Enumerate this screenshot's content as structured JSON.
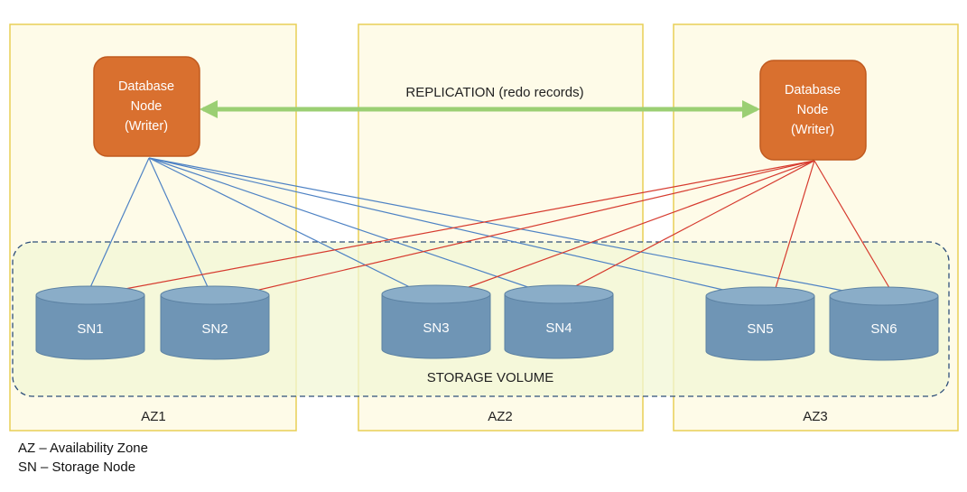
{
  "replication_label": "REPLICATION (redo records)",
  "storage_volume_label": "STORAGE VOLUME",
  "zones": [
    {
      "label": "AZ1"
    },
    {
      "label": "AZ2"
    },
    {
      "label": "AZ3"
    }
  ],
  "db_nodes": [
    {
      "lines": [
        "Database",
        "Node",
        "(Writer)"
      ]
    },
    {
      "lines": [
        "Database",
        "Node",
        "(Writer)"
      ]
    }
  ],
  "storage_nodes": [
    {
      "label": "SN1"
    },
    {
      "label": "SN2"
    },
    {
      "label": "SN3"
    },
    {
      "label": "SN4"
    },
    {
      "label": "SN5"
    },
    {
      "label": "SN6"
    }
  ],
  "legend": [
    {
      "text": "AZ – Availability Zone"
    },
    {
      "text": "SN – Storage Node"
    }
  ],
  "colors": {
    "zone_fill": "#fefbe8",
    "zone_border": "#e8cf55",
    "volume_fill": "#f1f7d6",
    "volume_border": "#2e4f7a",
    "db_fill": "#d9702f",
    "db_border": "#c05a1f",
    "db_text": "#ffffff",
    "cylinder_body": "#6f95b5",
    "cylinder_top": "#8aadc8",
    "cylinder_edge": "#5c82a3",
    "replication_arrow": "#9bcf73",
    "writer1_arrow": "#4e82c4",
    "writer2_arrow": "#d63a2e"
  }
}
